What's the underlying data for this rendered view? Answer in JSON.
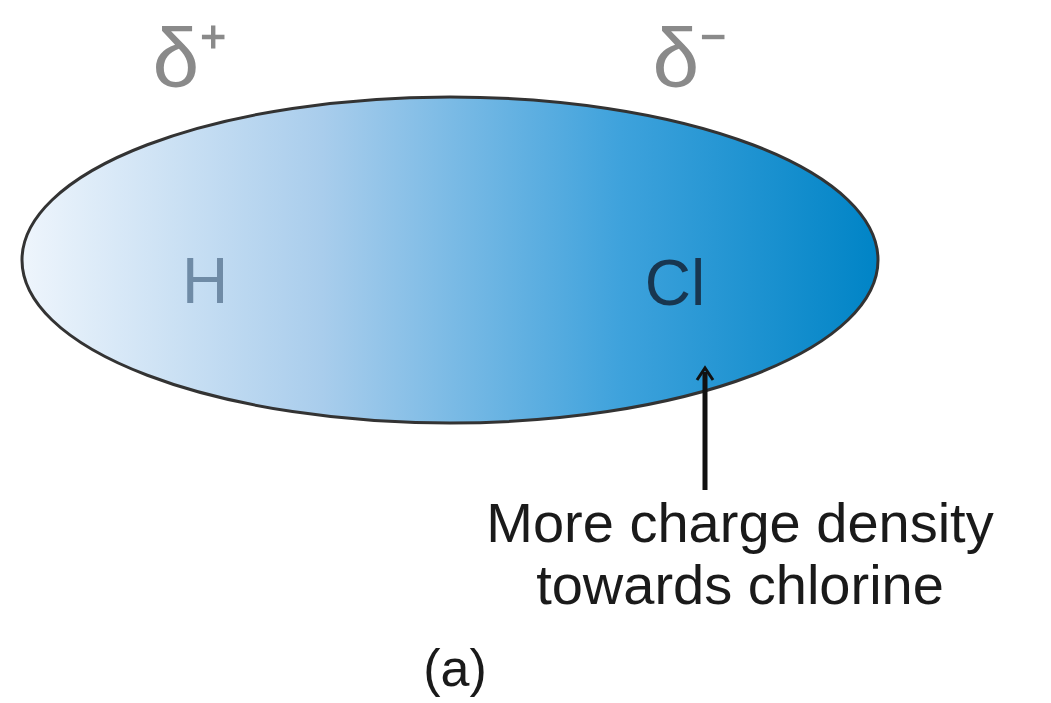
{
  "diagram": {
    "nodes": [
      {
        "text": [
          "H",
          "Cl"
        ]
      }
    ],
    "labels": [
      "δ⁺",
      "δ⁻",
      "More charge density towards chlorine",
      "(a)"
    ]
  }
}
